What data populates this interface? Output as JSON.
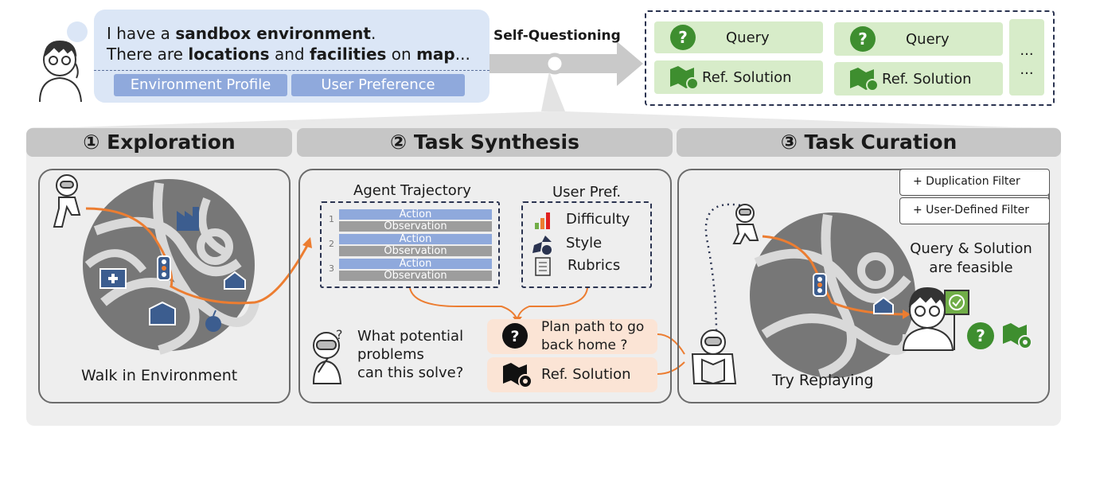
{
  "top": {
    "line1": {
      "pre": "I have a ",
      "b1": "sandbox environment",
      "post": "."
    },
    "line2": {
      "pre": "There are ",
      "b1": "locations",
      "mid1": " and ",
      "b2": "facilities",
      "mid2": " on ",
      "b3": "map",
      "post": "..."
    },
    "chips": [
      "Environment Profile",
      "User Preference"
    ],
    "arrow_label": "Self-Questioning",
    "outputs": [
      {
        "query": "Query",
        "solution": "Ref. Solution"
      },
      {
        "query": "Query",
        "solution": "Ref. Solution"
      }
    ],
    "ellipsis": [
      "...",
      "..."
    ]
  },
  "stages": [
    {
      "title": "① Exploration",
      "caption": "Walk in Environment"
    },
    {
      "title": "② Task Synthesis"
    },
    {
      "title": "③ Task Curation",
      "caption": "Try Replaying"
    }
  ],
  "synthesis": {
    "trajectory_title": "Agent Trajectory",
    "steps": [
      {
        "num": "1",
        "action": "Action",
        "observation": "Observation"
      },
      {
        "num": "2",
        "action": "Action",
        "observation": "Observation"
      },
      {
        "num": "3",
        "action": "Action",
        "observation": "Observation"
      }
    ],
    "pref_title": "User Pref.",
    "prefs": [
      "Difficulty",
      "Style",
      "Rubrics"
    ],
    "question": [
      "What potential",
      "problems",
      "can this solve?"
    ],
    "query_text": [
      "Plan path to go",
      "back home ?"
    ],
    "solution_text": "Ref. Solution"
  },
  "curation": {
    "filters": [
      "+ Duplication Filter",
      "+ User-Defined Filter"
    ],
    "result": [
      "Query & Solution",
      "are feasible"
    ]
  },
  "colors": {
    "blue": "#8fa9dc",
    "green_chip": "#d7ecc9",
    "orange": "#ec7d31",
    "pink": "#fbe4d5",
    "map": "#777777",
    "road": "#d9d9d9"
  }
}
